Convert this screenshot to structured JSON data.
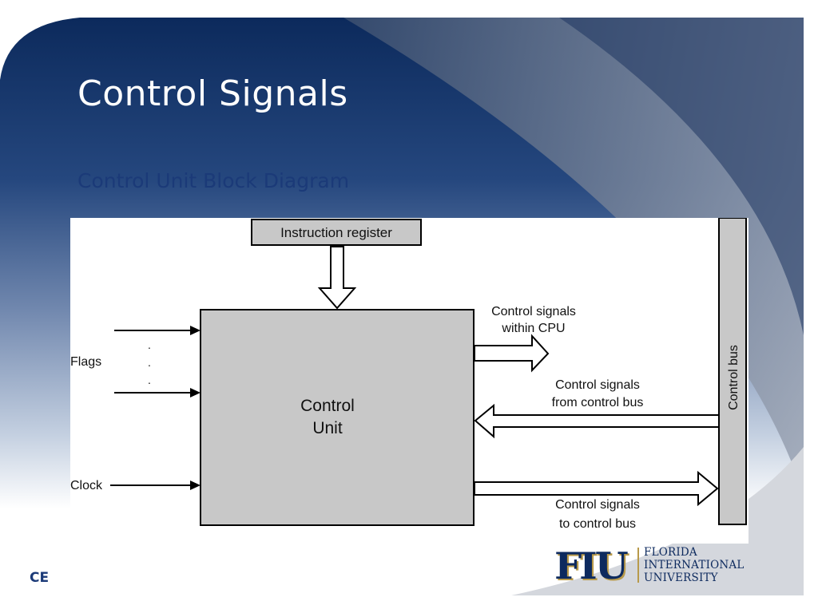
{
  "slide": {
    "title": "Control Signals",
    "subtitle": "Control Unit Block Diagram",
    "footer_code": "CE"
  },
  "diagram": {
    "instruction_register": "Instruction register",
    "control_unit_line1": "Control",
    "control_unit_line2": "Unit",
    "flags_label": "Flags",
    "clock_label": "Clock",
    "dots": ".",
    "within_cpu_line1": "Control signals",
    "within_cpu_line2": "within CPU",
    "from_bus_line1": "Control signals",
    "from_bus_line2": "from control bus",
    "to_bus_line1": "Control signals",
    "to_bus_line2": "to  control bus",
    "control_bus": "Control bus"
  },
  "logo": {
    "mark": "FIU",
    "line1": "FLORIDA",
    "line2": "INTERNATIONAL",
    "line3": "UNIVERSITY"
  },
  "colors": {
    "title": "#ffffff",
    "subtitle": "#1b3a78",
    "navy": "#0d2a5e",
    "block_fill": "#c8c8c8"
  }
}
